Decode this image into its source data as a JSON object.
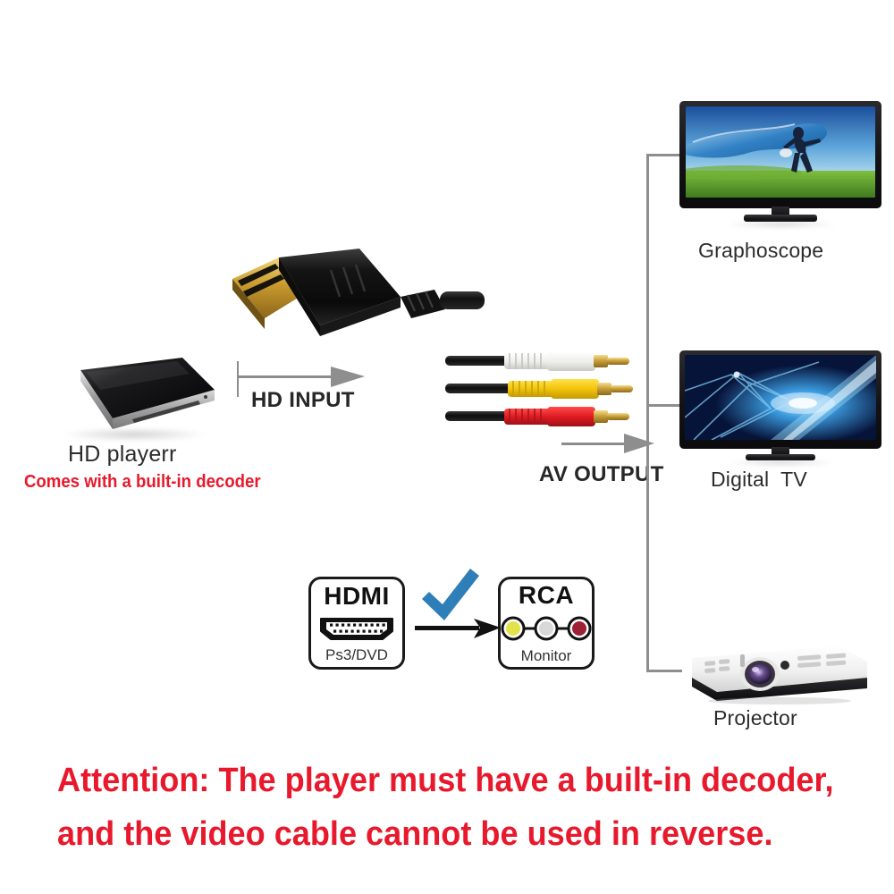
{
  "page": {
    "background": "#ffffff",
    "accent_red": "#e8192c",
    "accent_blue": "#2e7fb8",
    "line_gray": "#8e8e8e"
  },
  "source_device": {
    "name": "hd-player",
    "label": "HD playerr",
    "note": "Comes with a built-in decoder",
    "note_color": "#e8192c"
  },
  "flow": {
    "input_label": "HD INPUT",
    "output_label": "AV OUTPUT"
  },
  "cable": {
    "hdmi_connector_name": "hdmi-plug",
    "rca_plugs": [
      {
        "name": "rca-plug-white",
        "channel": "audio-right",
        "color": "#f4f4f2"
      },
      {
        "name": "rca-plug-yellow",
        "channel": "video",
        "color": "#f2c40a"
      },
      {
        "name": "rca-plug-red",
        "channel": "audio-left",
        "color": "#e01b22"
      }
    ]
  },
  "outputs": [
    {
      "name": "graphoscope",
      "label": "Graphoscope"
    },
    {
      "name": "digital-tv",
      "label": "Digital  TV"
    },
    {
      "name": "projector",
      "label": "Projector"
    }
  ],
  "legend": {
    "source": {
      "title": "HDMI",
      "subtitle": "Ps3/DVD",
      "icon": "hdmi-port-icon"
    },
    "target": {
      "title": "RCA",
      "subtitle": "Monitor",
      "icon": "rca-jacks-icon",
      "jack_colors": [
        "#e3e24a",
        "#d8d8d8",
        "#9e2035"
      ]
    },
    "check_icon": "blue-checkmark-icon",
    "arrow_icon": "black-arrow-right-icon"
  },
  "attention": {
    "line1": "Attention: The player must have a built-in decoder,",
    "line2": "and the video cable cannot be used in reverse."
  }
}
